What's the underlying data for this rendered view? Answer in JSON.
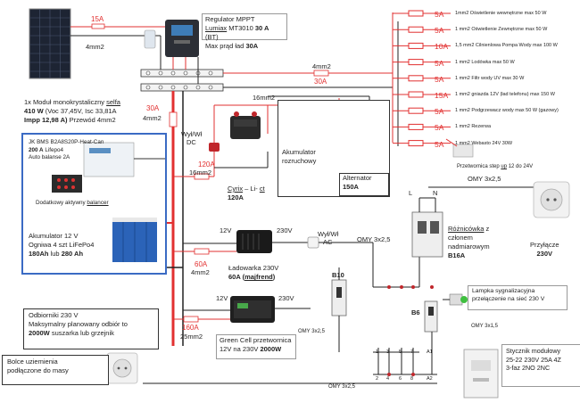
{
  "solar": {
    "fuse": "15A",
    "wire": "4mm2",
    "desc_l1": "1x Moduł monokrystaliczny ",
    "desc_l1b": "selfa",
    "desc_l2a": "410 W",
    "desc_l2b": " (Voc 37,45V, Isc 33,81A",
    "desc_l3a": "Impp 12,98 A)",
    "desc_l3b": " Przewód 4mm2"
  },
  "regulator": {
    "l1": "Regulator MPPT",
    "l2a": "Lumiax",
    "l2b": " MT3010 ",
    "l2c": "30 A",
    "l2d": " (BT)",
    "l3a": "Max prąd ład ",
    "l3b": "30A"
  },
  "main_bus": {
    "wire": "4mm2",
    "fuse": "30A"
  },
  "battery_feed": {
    "fuse": "30A",
    "wire": "4mm2"
  },
  "bms": {
    "l1": "JK BMS B2A8S20P-Heat-Can",
    "l2a": "200 A",
    "l2b": "  Lifepo4",
    "l3": "Auto balanse 2A",
    "balancer_a": "Dodatkowy aktywny ",
    "balancer_b": "balancer"
  },
  "battery": {
    "l1": "Akumulator 12 V",
    "l2": "Ogniwa 4 szt LiFePo4",
    "l3a": "180Ah",
    "l3b": " lub ",
    "l3c": "280 Ah"
  },
  "switch1": {
    "l1": "Wył/Wł",
    "l2": "DC"
  },
  "alt_wire": "16mm2",
  "akumulator": {
    "l1": "Akumulator",
    "l2": "rozruchowy"
  },
  "alternator": {
    "l1": "Alternator",
    "l2": "150A"
  },
  "cyrix": {
    "fuse": "120A",
    "wire": "16mm2",
    "l1a": "Cyrix",
    "l1b": " – Li- ",
    "l1c": "ct",
    "l2": "120A"
  },
  "charger": {
    "v_in": "12V",
    "v_out": "230V",
    "fuse": "60A",
    "wire": "4mm2",
    "l1": "Ładowarka 230V",
    "l2a": "60A",
    "l2b": " (",
    "l2c": "majfrend",
    "l2d": ")"
  },
  "switch2": {
    "l1": "Wył/Wł",
    "l2": "AC"
  },
  "cable1": "OMY 3x2,5",
  "cable_top": "OMY 3x2,5",
  "inverter": {
    "v_in": "12V",
    "v_out": "230V",
    "fuse": "160A",
    "wire": "25mm2",
    "l1": "Green Cell przetwornica",
    "l2a": "12V na 230V  ",
    "l2b": "2000W"
  },
  "cable_inv": "OMY 3x2,5",
  "rcd": {
    "pin_l": "L",
    "pin_n": "N",
    "l1a": "Różnicówka",
    "l1b": " z",
    "l2": "członem",
    "l3": "nadmiarowym",
    "l4": "B16A"
  },
  "inlet": {
    "l1": "Przyłącze",
    "l2": "230V"
  },
  "b10": "B10",
  "b6": "B6",
  "lamp": {
    "l1": "Lampka sygnalizacyjna",
    "l2": "przełączenie na sieć 230 V"
  },
  "omy_lamp": "OMY 3x1,5",
  "loads230": {
    "l1": "Odbiorniki 230 V",
    "l2": "Maksymalny planowany odbiór to",
    "l3a": "2000W",
    "l3b": " suszarka lub grzejnik"
  },
  "outlet_label": {
    "l1": "Bolce uziemienia",
    "l2": "podłączone do masy"
  },
  "cable_bottom": "OMY 3x2,5",
  "contactor": {
    "pins_top": [
      "1",
      "3",
      "5",
      "7",
      "A1"
    ],
    "pins_bot": [
      "2",
      "4",
      "6",
      "8",
      "A2"
    ],
    "l1": "Stycznik modułowy",
    "l2": "25-22 230V 25A 4Z",
    "l3": "3-faz 2NO 2NC"
  },
  "step_up": {
    "a": "Przetwornica step ",
    "b": "up",
    "c": " 12 do 24V"
  },
  "dc_loads": [
    {
      "fuse": "5A",
      "text": "1mm2   Oświetlenie wewnętrzne max 50 W"
    },
    {
      "fuse": "5A",
      "text": "1 mm2   Oświetlenie Zewnętrzne max 50 W"
    },
    {
      "fuse": "10A",
      "text": "1,5 mm2  Cilnienlowa Pompa Wody  max 100 W"
    },
    {
      "fuse": "5A",
      "text": "1 mm2   Lodówka  max 50 W"
    },
    {
      "fuse": "5A",
      "text": "1 mm2   Filtr wody UV max 30 W"
    },
    {
      "fuse": "15A",
      "text": "1 mm2   gniazda 12V (ład telefonu) max 150 W"
    },
    {
      "fuse": "5A",
      "text": "1 mm2   Podgrzewacz wody  max 50 W (gazowy)"
    },
    {
      "fuse": "5A",
      "text": "1 mm2   Rezerwa"
    },
    {
      "fuse": "5A",
      "text": "1 mm2   Webasto 24V 30W"
    }
  ]
}
